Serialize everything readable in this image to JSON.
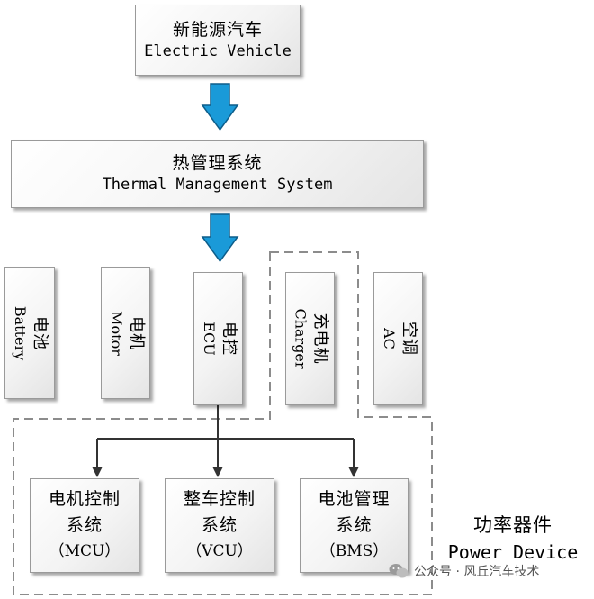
{
  "top": {
    "zh": "新能源汽车",
    "en": "Electric Vehicle"
  },
  "thermal": {
    "zh": "热管理系统",
    "en": "Thermal Management System"
  },
  "components": [
    {
      "zh": "电池",
      "en": "Battery"
    },
    {
      "zh": "电机",
      "en": "Motor"
    },
    {
      "zh": "电控",
      "en": "ECU"
    },
    {
      "zh": "充电机",
      "en": "Charger"
    },
    {
      "zh": "空调",
      "en": "AC"
    }
  ],
  "controllers": [
    {
      "line1": "电机控制",
      "line2": "系统",
      "abbr": "（MCU）"
    },
    {
      "line1": "整车控制",
      "line2": "系统",
      "abbr": "（VCU）"
    },
    {
      "line1": "电池管理",
      "line2": "系统",
      "abbr": "（BMS）"
    }
  ],
  "power_device": {
    "zh": "功率器件",
    "en": "Power Device"
  },
  "watermark": {
    "text": "公众号 · 风丘汽车技术"
  },
  "colors": {
    "arrow_fill": "#1a9ad8",
    "arrow_stroke": "#0d5d8a",
    "connector": "#333333",
    "dash": "#8c8c8c"
  }
}
